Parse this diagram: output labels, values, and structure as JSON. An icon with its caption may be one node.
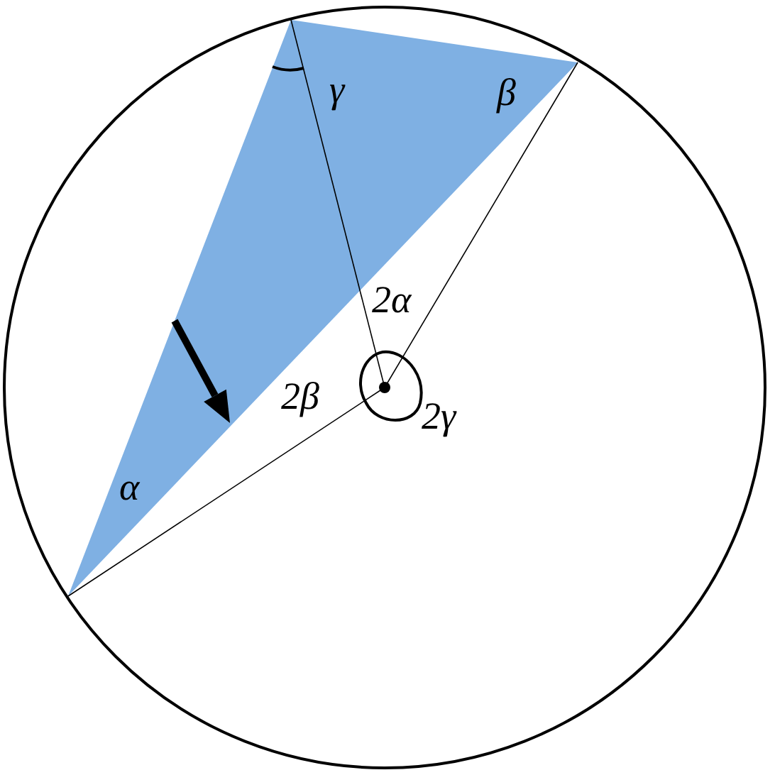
{
  "diagram": {
    "labels": [
      "γ",
      "β",
      "α",
      "2α",
      "2β",
      "2γ"
    ]
  }
}
